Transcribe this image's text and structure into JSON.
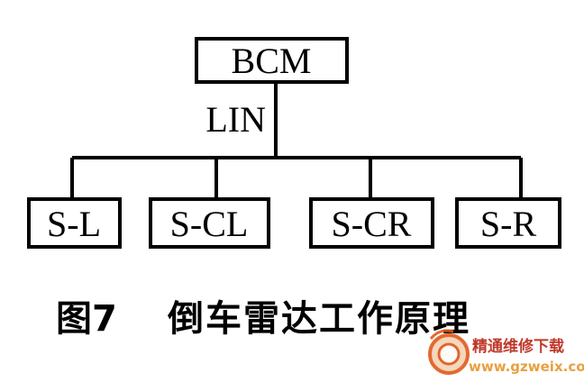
{
  "nodes": {
    "bcm": "BCM",
    "s_l": "S-L",
    "s_cl": "S-CL",
    "s_cr": "S-CR",
    "s_r": "S-R"
  },
  "bus_label": "LIN",
  "caption": {
    "figure_number": "图7",
    "title": "倒车雷达工作原理"
  },
  "watermark": {
    "brand": "精通维修下载",
    "url": "www.gzweix.com",
    "colors": {
      "brand": "#c0392b",
      "url": "#e8a040",
      "logo": "#e05a1a"
    }
  }
}
